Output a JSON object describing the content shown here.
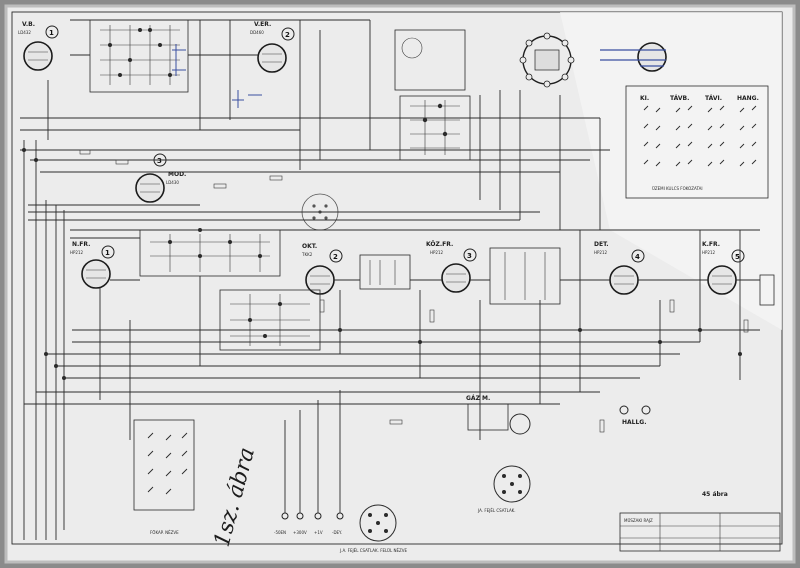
{
  "sheet": {
    "background": "#ececec",
    "ink": "#1e1e1e",
    "blue_annotation": "#3a4fa0"
  },
  "tubes": [
    {
      "num": "1",
      "label": "V.B.",
      "type": "LD432"
    },
    {
      "num": "2",
      "label": "V.ER.",
      "type": "DD460"
    },
    {
      "num": "3",
      "label": "MOD.",
      "type": "LD430"
    },
    {
      "num": "1",
      "label": "N.FR.",
      "type": "HP212"
    },
    {
      "num": "2",
      "label": "OKT.",
      "type": "TKK2"
    },
    {
      "num": "3",
      "label": "KÖZ.FR.",
      "type": "HP212"
    },
    {
      "num": "4",
      "label": "DET.",
      "type": "HP212"
    },
    {
      "num": "5",
      "label": "K.FR.",
      "type": "HP212"
    }
  ],
  "switch_table": {
    "headers": [
      "KI.",
      "TÁVB.",
      "TÁVI.",
      "HANG."
    ],
    "caption": "ÜZEMI KULCS FOKOZATAI"
  },
  "labels": {
    "gaz": "GÁZ M.",
    "halls": "HALLG.",
    "voltages": [
      "-50EN",
      "+300V",
      "+1V",
      "-DEY."
    ],
    "bottom_note": "J.A. FEJÉL CSATLAK. FELÜL NÉZVE",
    "socket_note": "JA. FEJÉL CSATLAK.",
    "left_note": "FŐKAP. NÉZVE",
    "handwritten": "1sz. ábra",
    "page_mark": "45 ábra"
  },
  "title_block": {
    "label": "MŰSZAKI RAJZ"
  }
}
